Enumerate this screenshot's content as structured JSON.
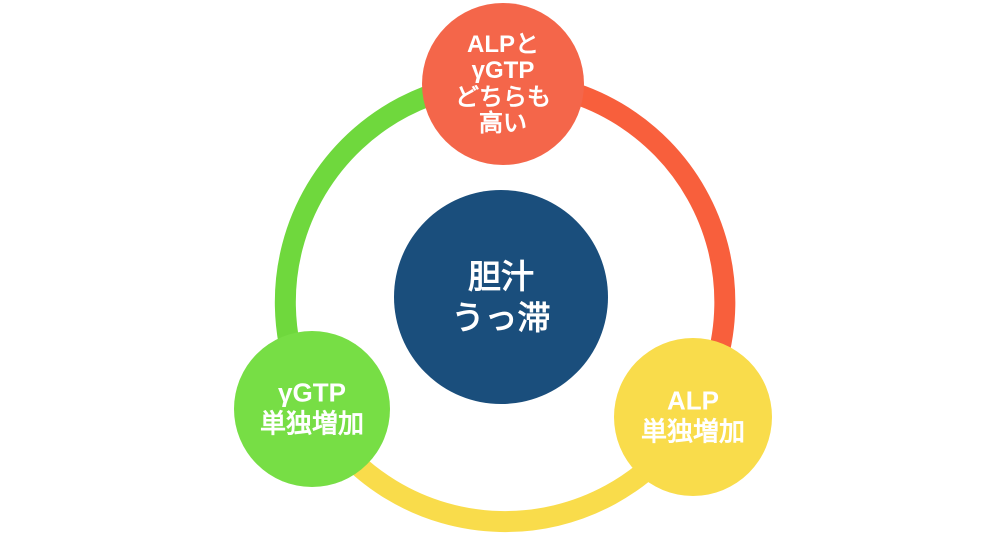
{
  "diagram": {
    "title": "cholestasis-lab-findings-cycle",
    "background_color": "#ffffff",
    "text_color": "#ffffff",
    "center_node": {
      "id": "cholestasis",
      "label_lines": [
        "胆汁",
        "うっ滞"
      ],
      "color": "#1a4e7c"
    },
    "nodes": [
      {
        "id": "alp-and-ygtp-both-high",
        "position": "top",
        "label_lines": [
          "ALPと",
          "γGTP",
          "どちらも",
          "高い"
        ],
        "color": "#f4664a"
      },
      {
        "id": "ygtp-only-increase",
        "position": "bottom-left",
        "label_lines": [
          "γGTP",
          "単独増加"
        ],
        "color": "#77de45"
      },
      {
        "id": "alp-only-increase",
        "position": "bottom-right",
        "label_lines": [
          "ALP",
          "単独増加"
        ],
        "color": "#f9dc4b"
      }
    ],
    "ring_segments": [
      {
        "from": "bottom-left",
        "to": "top",
        "color": "#6fd83d"
      },
      {
        "from": "top",
        "to": "bottom-right",
        "color": "#f85f3c"
      },
      {
        "from": "bottom-right",
        "to": "bottom-left",
        "color": "#f9dc4b"
      }
    ]
  }
}
